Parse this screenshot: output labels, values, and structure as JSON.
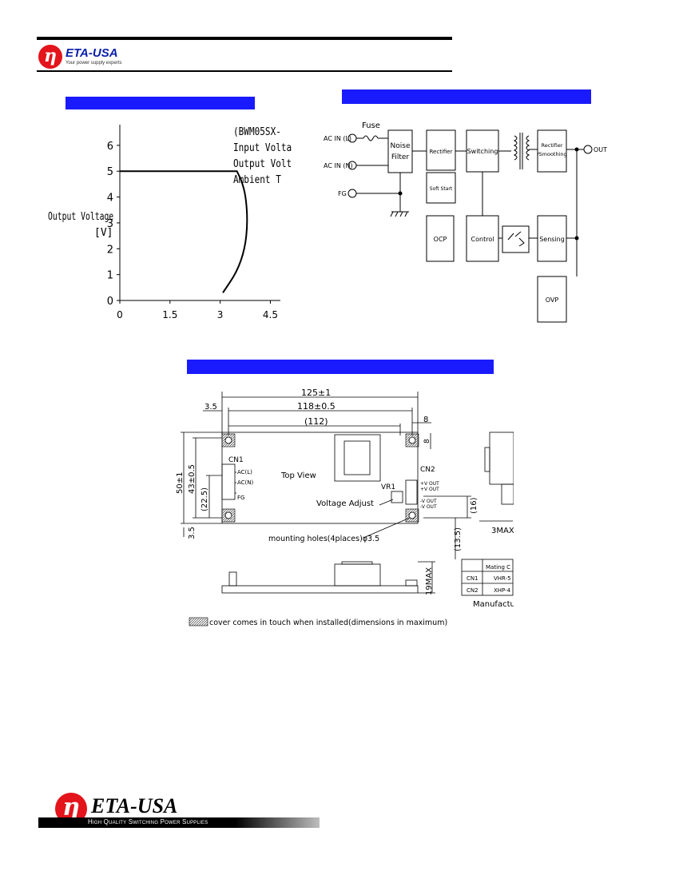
{
  "header": {
    "brand": "ETA-USA",
    "tagline": "Your power supply experts",
    "logo_glyph": "η"
  },
  "derating_chart": {
    "series_label_lines": [
      "(BWM05SX-",
      "Input Volta",
      "Output Volt",
      "Ambient T"
    ],
    "y_label_line1": "Output Voltage",
    "y_label_line2": "[V]",
    "chart_data": {
      "type": "line",
      "y_ticks": [
        "0",
        "1",
        "2",
        "3",
        "4",
        "5",
        "6"
      ],
      "x_ticks": [
        "0",
        "1.5",
        "3",
        "4.5"
      ],
      "ylim": [
        0,
        6.8
      ],
      "xlim": [
        0,
        4.8
      ],
      "curve": [
        [
          0,
          5.0
        ],
        [
          3.5,
          5.0
        ],
        [
          3.65,
          4.6
        ],
        [
          3.77,
          4.0
        ],
        [
          3.82,
          3.0
        ],
        [
          3.74,
          2.0
        ],
        [
          3.5,
          1.1
        ],
        [
          3.08,
          0.3
        ]
      ]
    }
  },
  "block_diagram": {
    "fuse": "Fuse",
    "ac_in_l": "AC IN (L)",
    "ac_in_n": "AC IN (N)",
    "fg": "FG",
    "noise_filter_1": "Noise",
    "noise_filter_2": "Filter",
    "rectifier": "Rectifier",
    "soft_start": "Soft Start",
    "switching": "Switching",
    "rect_smooth_1": "Rectifier",
    "rect_smooth_2": "/Smoothing",
    "out": "OUT",
    "ocp": "OCP",
    "control": "Control",
    "sensing": "Sensing",
    "ovp": "OVP"
  },
  "mechanical": {
    "dim_125": "125±1",
    "dim_118": "118±0.5",
    "dim_112": "(112)",
    "dim_35_top": "3.5",
    "dim_8_top": "8",
    "dim_8_side": "8",
    "dim_50": "50±1",
    "dim_43": "43±0.5",
    "dim_225": "(22.5)",
    "dim_35_left": "3.5",
    "dim_16": "(16)",
    "dim_135": "(13.5)",
    "dim_3max": "3MAX",
    "dim_19max": "19MAX",
    "cn1": "CN1",
    "cn1_acl": "AC(L)",
    "cn1_acn": "AC(N)",
    "cn1_fg": "FG",
    "cn2": "CN2",
    "cn2_vout1": "+V OUT",
    "cn2_vout2": "+V OUT",
    "cn2_vout3": "-V OUT",
    "cn2_vout4": "-V OUT",
    "vr1": "VR1",
    "top_view": "Top View",
    "voltage_adjust": "Voltage Adjust",
    "mounting_holes": "mounting holes(4places)φ3.5",
    "mating_header": "Mating C",
    "mating_cn1": "CN1",
    "mating_cn1_part": "VHR-5",
    "mating_cn2": "CN2",
    "mating_cn2_part": "XHP-4",
    "manufacturer": "Manufactu",
    "cover_note": "cover comes in touch when installed(dimensions in maximum)"
  },
  "footer": {
    "brand": "ETA-USA",
    "tagline": "High Quality Switching Power Supplies",
    "logo_glyph": "η"
  }
}
